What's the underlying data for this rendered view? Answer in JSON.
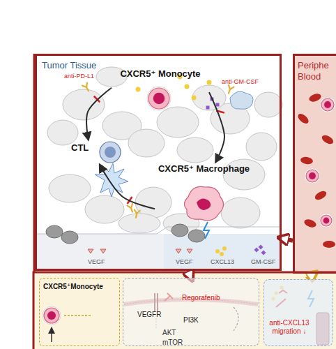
{
  "diagram": {
    "nodes": [
      {
        "text": [
          "Tumor Tissue"
        ]
      },
      {
        "text": [
          "Periphe Blood"
        ]
      },
      {
        "text": [
          "CXCR5⁺ Monocyte"
        ],
        "in": 0
      },
      {
        "text": [
          "CTL"
        ],
        "in": 0
      },
      {
        "text": [
          "CXCR5⁺ Macrophage"
        ],
        "in": 0
      },
      {
        "text": [
          "CXCR5⁺Monocyte"
        ]
      },
      {
        "text": [
          "VEGFR",
          "Regorafenib",
          "PI3K",
          "AKT",
          "mTOR"
        ]
      },
      {
        "text": [
          "anti-CXCL13 migration ↓"
        ]
      }
    ],
    "edges": [
      {
        "from": 2,
        "to": 4,
        "arrow": "to"
      },
      {
        "from": 4,
        "to": 3,
        "arrow": "to"
      },
      {
        "from": 2,
        "to": 3,
        "arrow": "to"
      },
      {
        "from": 1,
        "to": 0,
        "arrow": "to"
      },
      {
        "from": 0,
        "to": 6,
        "arrow": "to"
      },
      {
        "from": 7,
        "to": 1,
        "arrow": "to"
      }
    ],
    "labels": [
      "anti-PD-L1",
      "anti-GM-CSF",
      "VEGF",
      "VEGF",
      "CXCL13",
      "GM-CSF"
    ]
  }
}
